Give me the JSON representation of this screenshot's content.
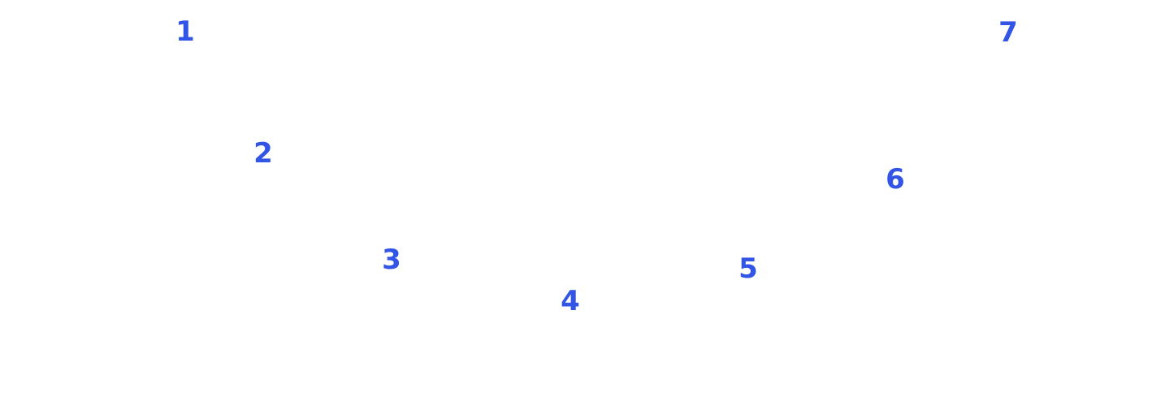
{
  "labels": [
    "1",
    "2",
    "3",
    "4",
    "5",
    "6",
    "7"
  ],
  "colors": {
    "background": "#ffffff",
    "label": "#3355e6"
  }
}
